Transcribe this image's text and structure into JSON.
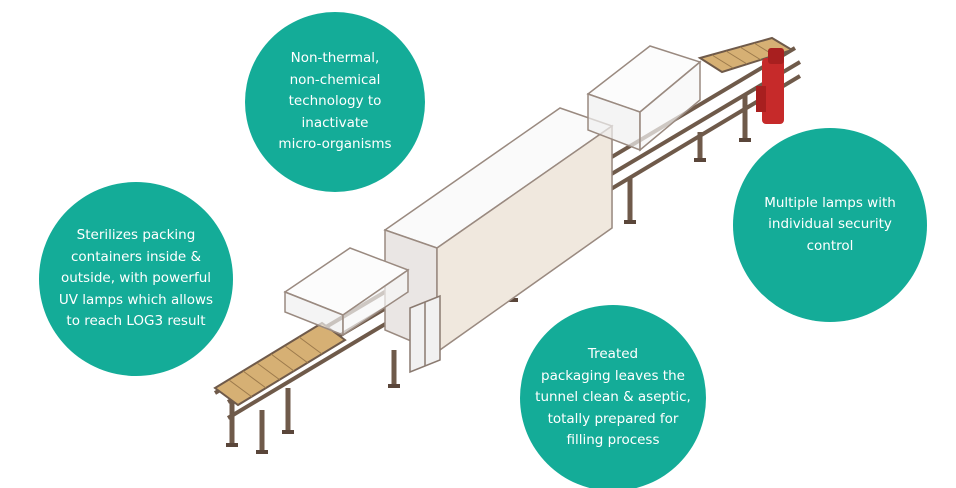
{
  "colors": {
    "bubble": "#14ac98",
    "bubble_text": "#ffffff",
    "frame": "#6f5a4a",
    "conveyor": "#d6b074",
    "panel": "#f2eeec",
    "motor": "#c62a2a"
  },
  "bubbles": {
    "technology": "Non-thermal,\nnon-chemical\ntechnology to inactivate\nmicro-organisms",
    "sterilizes": "Sterilizes packing\ncontainers inside &\noutside, with powerful\nUV lamps which allows\nto reach LOG3 result",
    "lamps": "Multiple lamps with\nindividual security\ncontrol",
    "treated": "Treated\npackaging leaves the\ntunnel clean & aseptic,\ntotally prepared for\nfilling process"
  }
}
